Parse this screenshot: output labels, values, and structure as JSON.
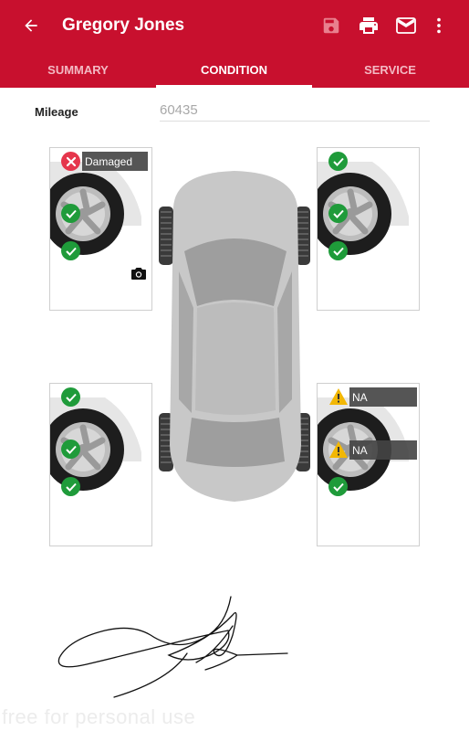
{
  "header": {
    "title": "Gregory Jones",
    "accent_color": "#c8102e",
    "icons": [
      "arrow-back-icon",
      "save-icon",
      "print-icon",
      "email-icon",
      "more-vert-icon"
    ]
  },
  "tabs": [
    {
      "label": "SUMMARY",
      "active": false
    },
    {
      "label": "CONDITION",
      "active": true
    },
    {
      "label": "SERVICE",
      "active": false
    }
  ],
  "mileage": {
    "label": "Mileage",
    "value": "60435"
  },
  "tires": {
    "front_left": {
      "status_label": "Damaged",
      "status": "damaged"
    },
    "front_right": {
      "status": "ok"
    },
    "rear_left": {
      "status": "ok"
    },
    "rear_right": {
      "label_top": "NA",
      "label_mid": "NA",
      "status": "warning"
    }
  },
  "watermark": "free for personal use"
}
